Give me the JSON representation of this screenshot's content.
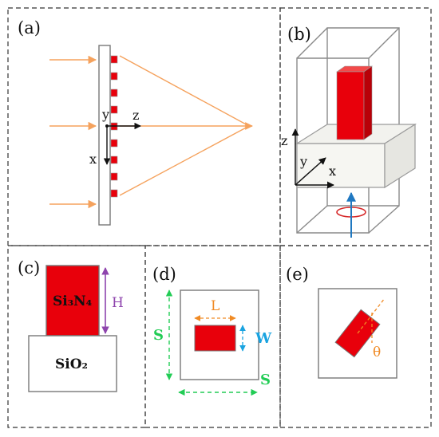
{
  "panels": {
    "a": {
      "label": "(a)",
      "axis_y": "y",
      "axis_z": "z",
      "axis_x": "x"
    },
    "b": {
      "label": "(b)",
      "axis_z": "z",
      "axis_y": "y",
      "axis_x": "x"
    },
    "c": {
      "label": "(c)",
      "top_material": "Si₃N₄",
      "substrate_material": "SiO₂",
      "height_label": "H"
    },
    "d": {
      "label": "(d)",
      "length_label": "L",
      "width_label": "W",
      "period_label_vertical": "S",
      "period_label_horizontal": "S"
    },
    "e": {
      "label": "(e)",
      "angle_label": "θ"
    }
  },
  "colors": {
    "pillar": "#e8000b",
    "incident_light": "#f5a25d",
    "height_dim": "#8e44ad",
    "length_dim": "#f08a24",
    "width_dim": "#1aa3e0",
    "period_dim": "#22cc55",
    "source_arrow": "#1f78c1",
    "polarization": "#d62728",
    "outline": "#6e6e6e"
  }
}
